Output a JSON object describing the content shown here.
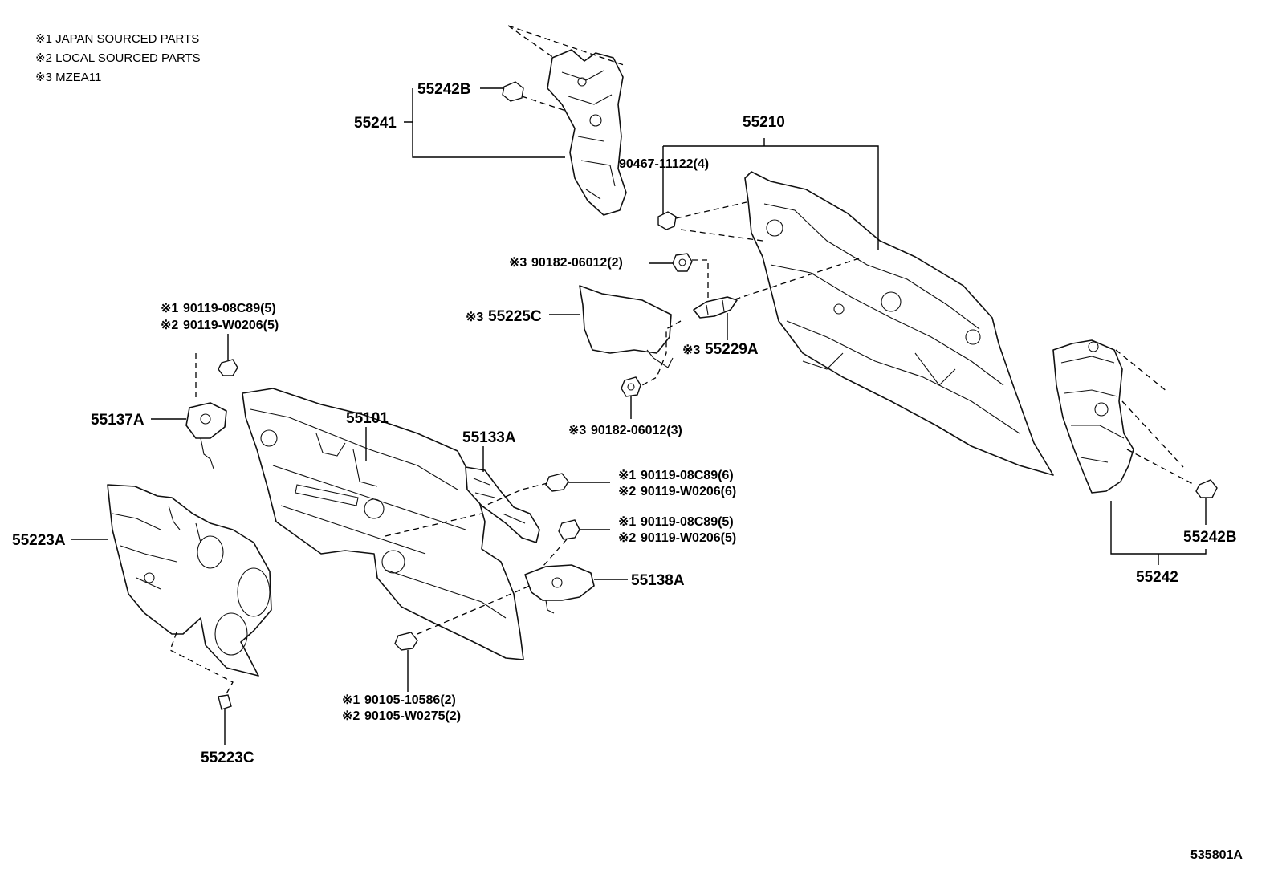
{
  "notes": [
    "※1 JAPAN SOURCED PARTS",
    "※2 LOCAL SOURCED PARTS",
    "※3 MZEA11"
  ],
  "labels": {
    "p55242B_top": "55242B",
    "p55241": "55241",
    "p55210": "55210",
    "p90467": "90467-11122(4)",
    "p90182_2": "90182-06012(2)",
    "p55225C": "55225C",
    "p55229A": "55229A",
    "p90182_3": "90182-06012(3)",
    "p90119_08C89_5_left": "90119-08C89(5)",
    "p90119_W0206_5_left": "90119-W0206(5)",
    "p55137A": "55137A",
    "p55101": "55101",
    "p55133A": "55133A",
    "p90119_08C89_6": "90119-08C89(6)",
    "p90119_W0206_6": "90119-W0206(6)",
    "p90119_08C89_5_right": "90119-08C89(5)",
    "p90119_W0206_5_right": "90119-W0206(5)",
    "p55138A": "55138A",
    "p55223A": "55223A",
    "p90105_10586": "90105-10586(2)",
    "p90105_W0275": "90105-W0275(2)",
    "p55223C": "55223C",
    "p55242B_right": "55242B",
    "p55242": "55242",
    "mark1": "※1",
    "mark2": "※2",
    "mark3": "※3"
  },
  "diagram_id": "535801A"
}
